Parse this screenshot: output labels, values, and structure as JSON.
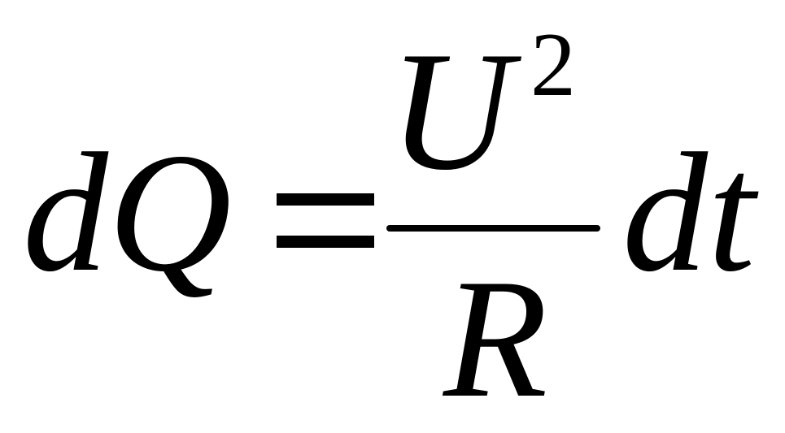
{
  "formula": {
    "lhs": "dQ",
    "equals": "=",
    "numerator": "U",
    "exponent": "2",
    "denominator": "R",
    "differential": "dt"
  }
}
